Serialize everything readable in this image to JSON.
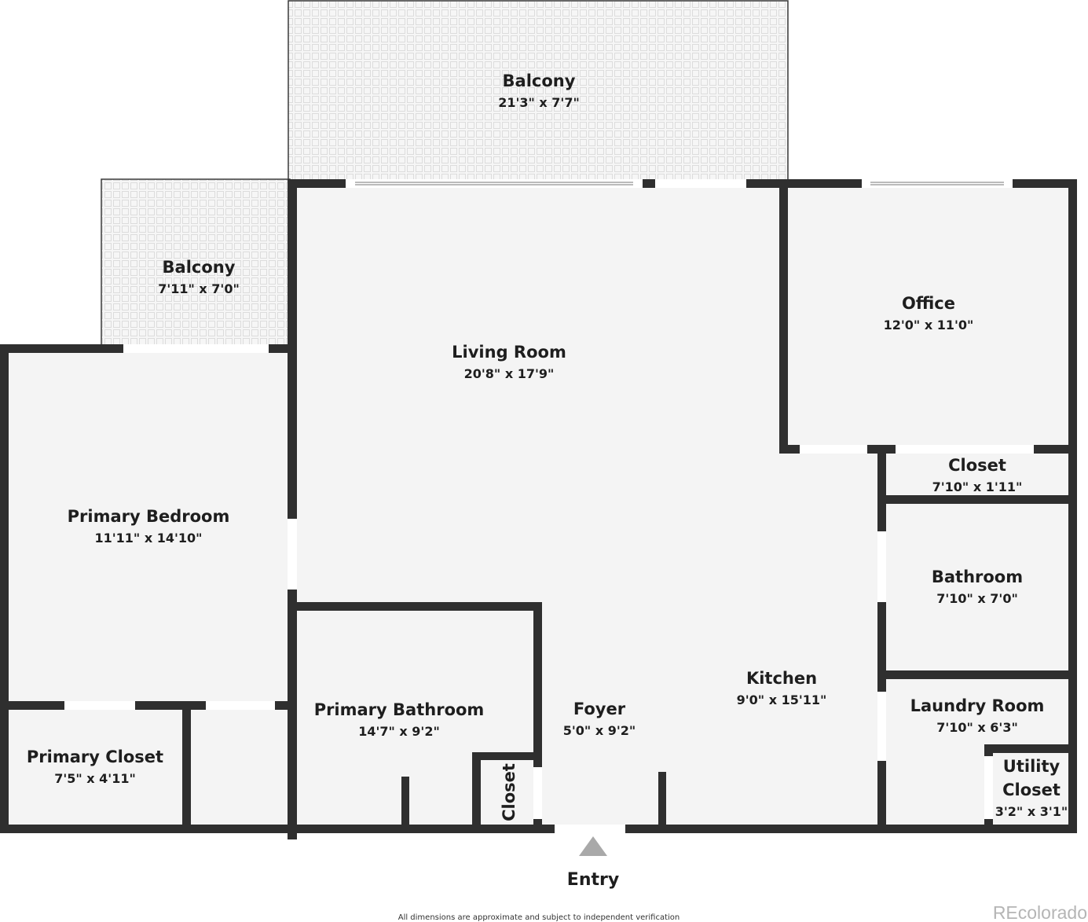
{
  "rooms": {
    "balcony_top": {
      "name": "Balcony",
      "dims": "21'3\" x 7'7\""
    },
    "balcony_left": {
      "name": "Balcony",
      "dims": "7'11\" x 7'0\""
    },
    "living_room": {
      "name": "Living Room",
      "dims": "20'8\" x 17'9\""
    },
    "office": {
      "name": "Office",
      "dims": "12'0\" x 11'0\""
    },
    "closet_office": {
      "name": "Closet",
      "dims": "7'10\" x 1'11\""
    },
    "bathroom": {
      "name": "Bathroom",
      "dims": "7'10\" x 7'0\""
    },
    "primary_bedroom": {
      "name": "Primary Bedroom",
      "dims": "11'11\" x 14'10\""
    },
    "kitchen": {
      "name": "Kitchen",
      "dims": "9'0\" x 15'11\""
    },
    "laundry_room": {
      "name": "Laundry Room",
      "dims": "7'10\" x 6'3\""
    },
    "utility_closet": {
      "name_line1": "Utility",
      "name_line2": "Closet",
      "dims": "3'2\" x 3'1\""
    },
    "primary_bathroom": {
      "name": "Primary Bathroom",
      "dims": "14'7\" x 9'2\""
    },
    "foyer": {
      "name": "Foyer",
      "dims": "5'0\" x 9'2\""
    },
    "primary_closet": {
      "name": "Primary Closet",
      "dims": "7'5\" x 4'11\""
    },
    "closet_small": {
      "name": "Closet"
    }
  },
  "entry": {
    "label": "Entry"
  },
  "footer": {
    "disclaimer": "All dimensions are approximate and subject to independent verification",
    "brand": "REcolorado"
  },
  "colors": {
    "wall": "#2f2f2f",
    "floor": "#f4f4f4",
    "tile": "#e0e0e0"
  }
}
